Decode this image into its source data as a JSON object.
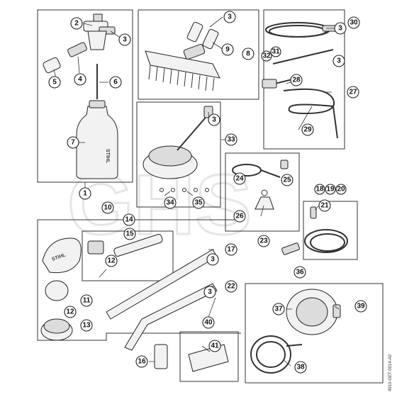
{
  "callouts": [
    "1",
    "2",
    "3",
    "4",
    "5",
    "6",
    "7",
    "8",
    "9",
    "10",
    "11",
    "12",
    "13",
    "14",
    "15",
    "16",
    "17",
    "18",
    "19",
    "20",
    "21",
    "22",
    "23",
    "24",
    "25",
    "26",
    "27",
    "28",
    "29",
    "30",
    "31",
    "32",
    "33",
    "34",
    "35",
    "36",
    "37",
    "38",
    "39",
    "40",
    "41"
  ],
  "watermark": "GHS",
  "drawing_ref": "4910-GET-0014-A0",
  "brand": "STIHL",
  "colors": {
    "line": "#222222",
    "fill": "#f2f2f2",
    "bg": "#ffffff"
  }
}
